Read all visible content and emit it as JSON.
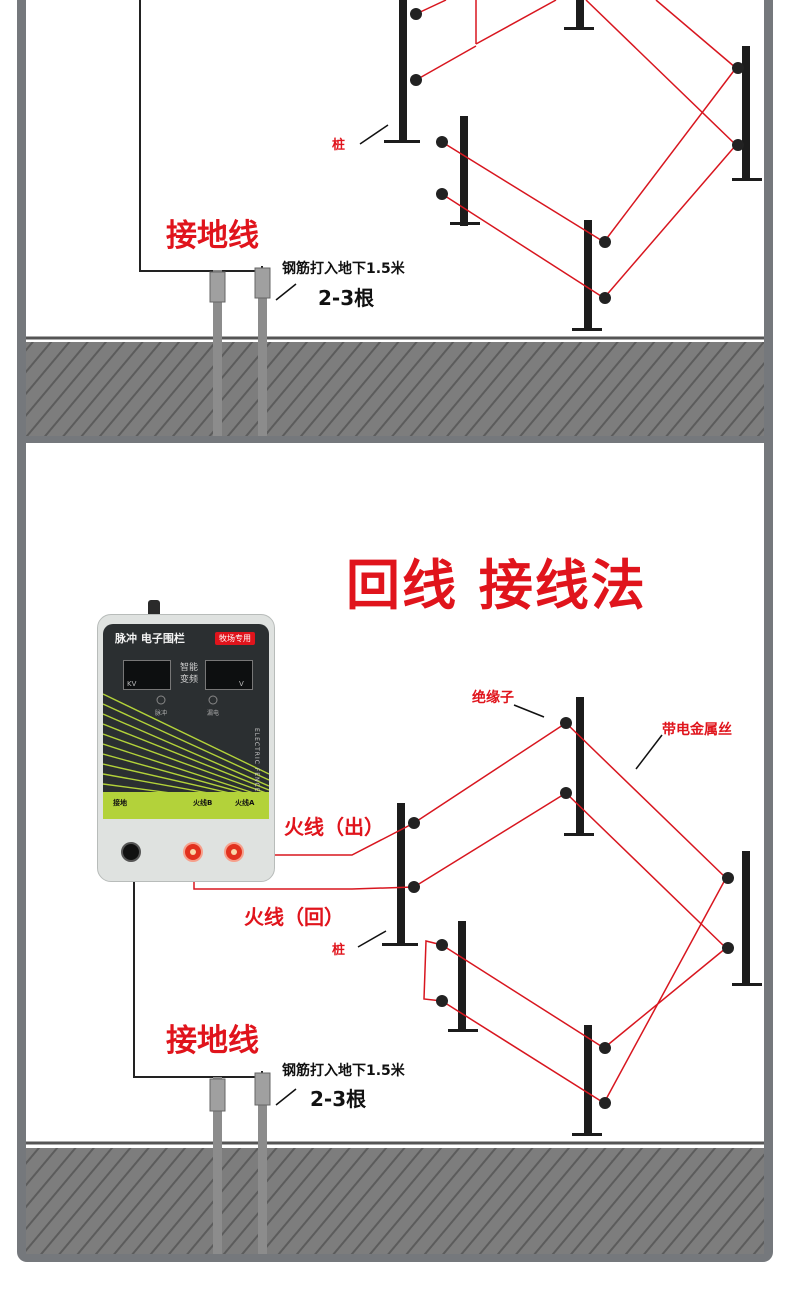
{
  "colors": {
    "wire": "#d8161f",
    "label_red": "#e0141c",
    "device_accent": "#b3d23a",
    "ground": "#666666"
  },
  "panel_top": {
    "ground_wire_label": "接地线",
    "rod_caption": "钢筋打入地下1.5米",
    "rod_count": "2-3根",
    "post_label": "桩"
  },
  "panel_bottom": {
    "title": "回线 接线法",
    "insulator_label": "绝缘子",
    "metal_wire_label": "带电金属丝",
    "live_out_label": "火线（出）",
    "live_back_label": "火线（回）",
    "post_label": "桩",
    "ground_wire_label": "接地线",
    "rod_caption": "钢筋打入地下1.5米",
    "rod_count": "2-3根"
  },
  "device": {
    "brand": "脉冲 电子围栏",
    "tag": "牧场专用",
    "mode_line1": "智能",
    "mode_line2": "变频",
    "unit_left": "KV",
    "unit_right": "V",
    "indicator_left": "脉冲",
    "indicator_right": "漏电",
    "side_text": "ELECTRIC FENCE",
    "terminal_ground": "接地",
    "terminal_b": "火线B",
    "terminal_a": "火线A"
  }
}
